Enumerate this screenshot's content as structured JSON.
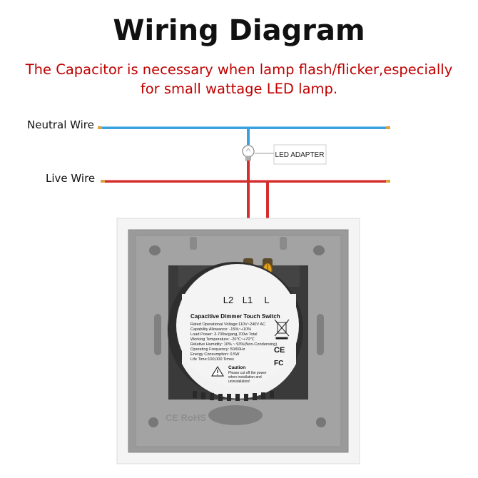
{
  "title": "Wiring Diagram",
  "note": {
    "line1": "The Capacitor is necessary when lamp flash/flicker,especially",
    "line2": "for small wattage LED lamp."
  },
  "wires": {
    "neutral_label": "Neutral Wire",
    "live_label": "Live Wire"
  },
  "colors": {
    "neutral": "#3aa0de",
    "live": "#d32f2f",
    "note": "#c00000"
  },
  "adapter": {
    "label": "LED ADAPTER",
    "icon": "bulb-icon"
  },
  "switch": {
    "terminals": [
      "L2",
      "L1",
      "L"
    ],
    "label_title": "Capacitive Dimmer Touch Switch",
    "specs": [
      "Rated Operational Voltage:110V~240V AC",
      "Capability Allowance: -15%~+10%",
      "Load Power: 3-700w/gang,700w Total",
      "Working Temperature: -20℃~+70℃",
      "Relative Humidity: 10% ~ 93%(Non-Condensing)",
      "Operating Frequency: 50/60Hz",
      "Energy Consumption: 0.5W",
      "Life Time:100,000 Times"
    ],
    "caution_title": "Caution",
    "caution_lines": [
      "Please cut off the power",
      "when installation and",
      "uninstallation!"
    ],
    "marks": [
      "CE",
      "FC"
    ],
    "plate_marking": "CE RoHS"
  }
}
